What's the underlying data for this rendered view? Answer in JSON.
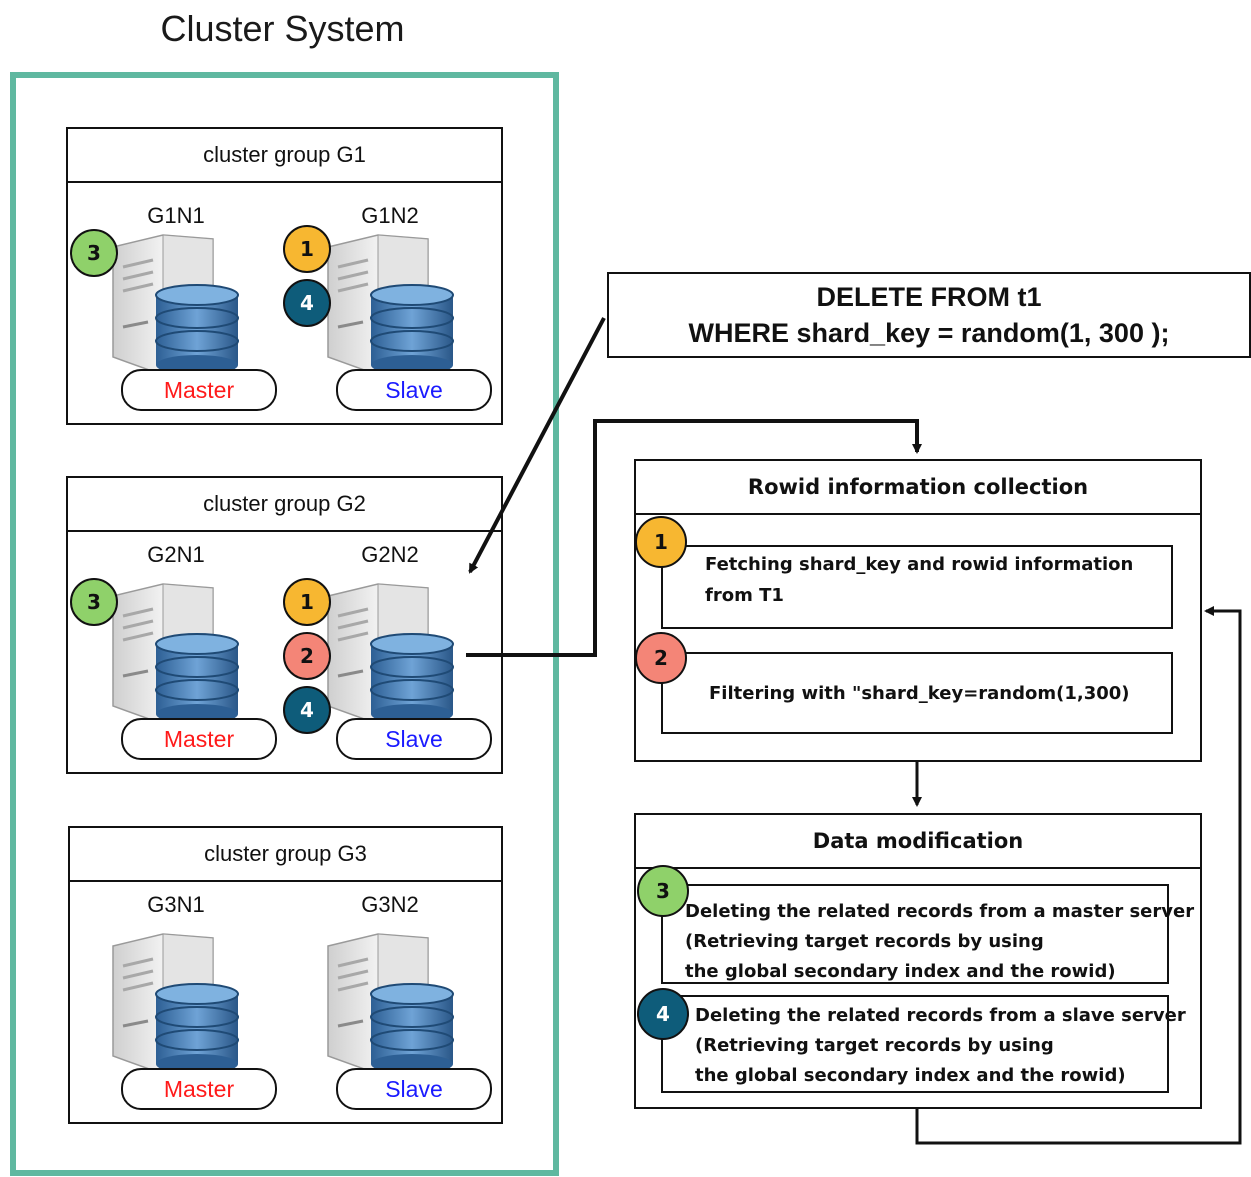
{
  "title": "Cluster System",
  "groups": [
    {
      "header": "cluster group G1",
      "nodes": [
        {
          "name": "G1N1",
          "role": "Master",
          "badges": [
            "3"
          ]
        },
        {
          "name": "G1N2",
          "role": "Slave",
          "badges": [
            "1",
            "4"
          ]
        }
      ]
    },
    {
      "header": "cluster group G2",
      "nodes": [
        {
          "name": "G2N1",
          "role": "Master",
          "badges": [
            "3"
          ]
        },
        {
          "name": "G2N2",
          "role": "Slave",
          "badges": [
            "1",
            "2",
            "4"
          ]
        }
      ]
    },
    {
      "header": "cluster group G3",
      "nodes": [
        {
          "name": "G3N1",
          "role": "Master",
          "badges": []
        },
        {
          "name": "G3N2",
          "role": "Slave",
          "badges": []
        }
      ]
    }
  ],
  "sql": {
    "line1": "DELETE FROM t1",
    "line2": "WHERE shard_key = random(1, 300 );"
  },
  "rowid_panel": {
    "header": "Rowid information collection",
    "steps": [
      {
        "badge": "1",
        "lines": [
          "Fetching shard_key and rowid information",
          "from T1"
        ]
      },
      {
        "badge": "2",
        "lines": [
          "Filtering with \"shard_key=random(1,300)"
        ]
      }
    ]
  },
  "modify_panel": {
    "header": "Data modification",
    "steps": [
      {
        "badge": "3",
        "lines": [
          "Deleting the related records from a master server",
          "(Retrieving target records by using",
          "the global secondary index and the rowid)"
        ]
      },
      {
        "badge": "4",
        "lines": [
          "Deleting the related records from a slave server",
          "(Retrieving target records by using",
          "the global secondary index and the rowid)"
        ]
      }
    ]
  },
  "colors": {
    "frame": "#5fb8a0",
    "badge_1": "#f7b731",
    "badge_2": "#f48577",
    "badge_3": "#8fd16a",
    "badge_4": "#0e5c7a",
    "master_text": "#ff1a1a",
    "slave_text": "#1a1aff"
  },
  "icons": [
    "server-tower-icon",
    "database-cylinder-icon"
  ]
}
